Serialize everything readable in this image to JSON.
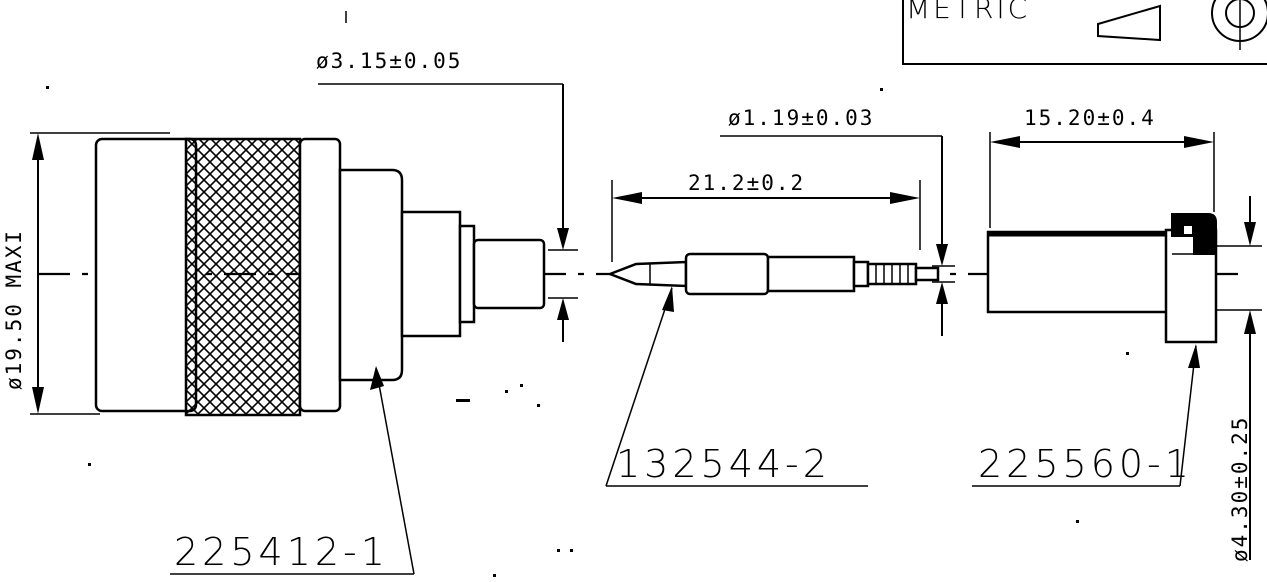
{
  "title_block": {
    "label": "METRIC"
  },
  "dimensions": {
    "pin_diameter": "ø3.15±0.05",
    "contact_diameter": "ø1.19±0.03",
    "contact_length": "21.2±0.2",
    "ferrule_length": "15.20±0.4",
    "connector_diameter": "ø19.50 MAXI",
    "ferrule_diameter": "ø4.30±0.25"
  },
  "part_numbers": {
    "connector": "225412-1",
    "contact": "132544-2",
    "ferrule": "225560-1"
  },
  "colors": {
    "ink": "#000000",
    "paper": "#ffffff"
  }
}
